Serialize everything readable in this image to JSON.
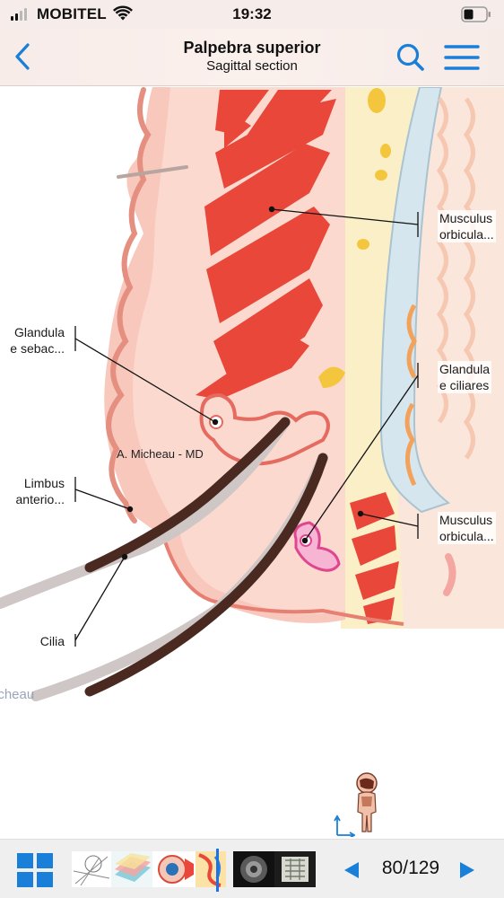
{
  "status_bar": {
    "carrier": "MOBITEL",
    "time": "19:32",
    "icons": [
      "signal-icon",
      "wifi-icon",
      "battery-icon"
    ]
  },
  "nav": {
    "title": "Palpebra superior",
    "subtitle": "Sagittal section",
    "icons": [
      "back-chevron-icon",
      "search-icon",
      "menu-icon"
    ],
    "accent_color": "#1a7fd8"
  },
  "figure": {
    "credit": "A. Micheau - MD",
    "watermark": "icheau",
    "labels": {
      "musculus_orbicularis_top": {
        "line1": "Musculus",
        "line2": "orbicula..."
      },
      "glandulae_sebaceae": {
        "line1": "Glandula",
        "line2": "e sebac..."
      },
      "glandulae_ciliares": {
        "line1": "Glandula",
        "line2": "e ciliares"
      },
      "limbus_anterior": {
        "line1": "Limbus",
        "line2": "anterio..."
      },
      "musculus_orbicularis_bottom": {
        "line1": "Musculus",
        "line2": "orbicula..."
      },
      "cilia": {
        "line1": "Cilia"
      }
    },
    "icons": [
      "orientation-axes-icon",
      "body-figure-icon"
    ]
  },
  "bottom_bar": {
    "page": "80/129",
    "icons": [
      "grid-icon",
      "prev-arrow-icon",
      "next-arrow-icon"
    ],
    "thumbnail_names": [
      "thumb-anatomy-sketch",
      "thumb-layers-diagram",
      "thumb-eye-section",
      "thumb-ear-section",
      "thumb-mri-scan",
      "thumb-radiograph"
    ]
  }
}
